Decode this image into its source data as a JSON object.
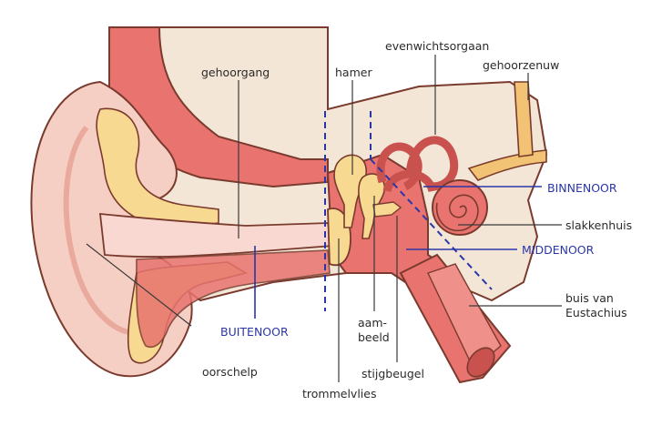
{
  "labels": {
    "gehoorgang": "gehoorgang",
    "hamer": "hamer",
    "evenwichtsorgaan": "evenwichtsorgaan",
    "gehoorzenuw": "gehoorzenuw",
    "binnenoor": "BINNENOOR",
    "slakkenhuis": "slakkenhuis",
    "middenoor": "MIDDENOOR",
    "buis_line1": "buis van",
    "buis_line2": "Eustachius",
    "aambeeld_line1": "aam-",
    "aambeeld_line2": "beeld",
    "stijgbeugel": "stijgbeugel",
    "buitenoor": "BUITENOOR",
    "oorschelp": "oorschelp",
    "trommelvlies": "trommelvlies"
  },
  "colors": {
    "skin": "#f6cfc4",
    "skin_dark": "#e9a99c",
    "bone": "#f3e6d6",
    "cartilage": "#f7d991",
    "flesh": "#e8736f",
    "flesh_dark": "#c9524f",
    "outline": "#7a3b2e",
    "canal": "#f8d8d0",
    "accent_blue": "#2a36a8",
    "nerve": "#f2c374"
  }
}
